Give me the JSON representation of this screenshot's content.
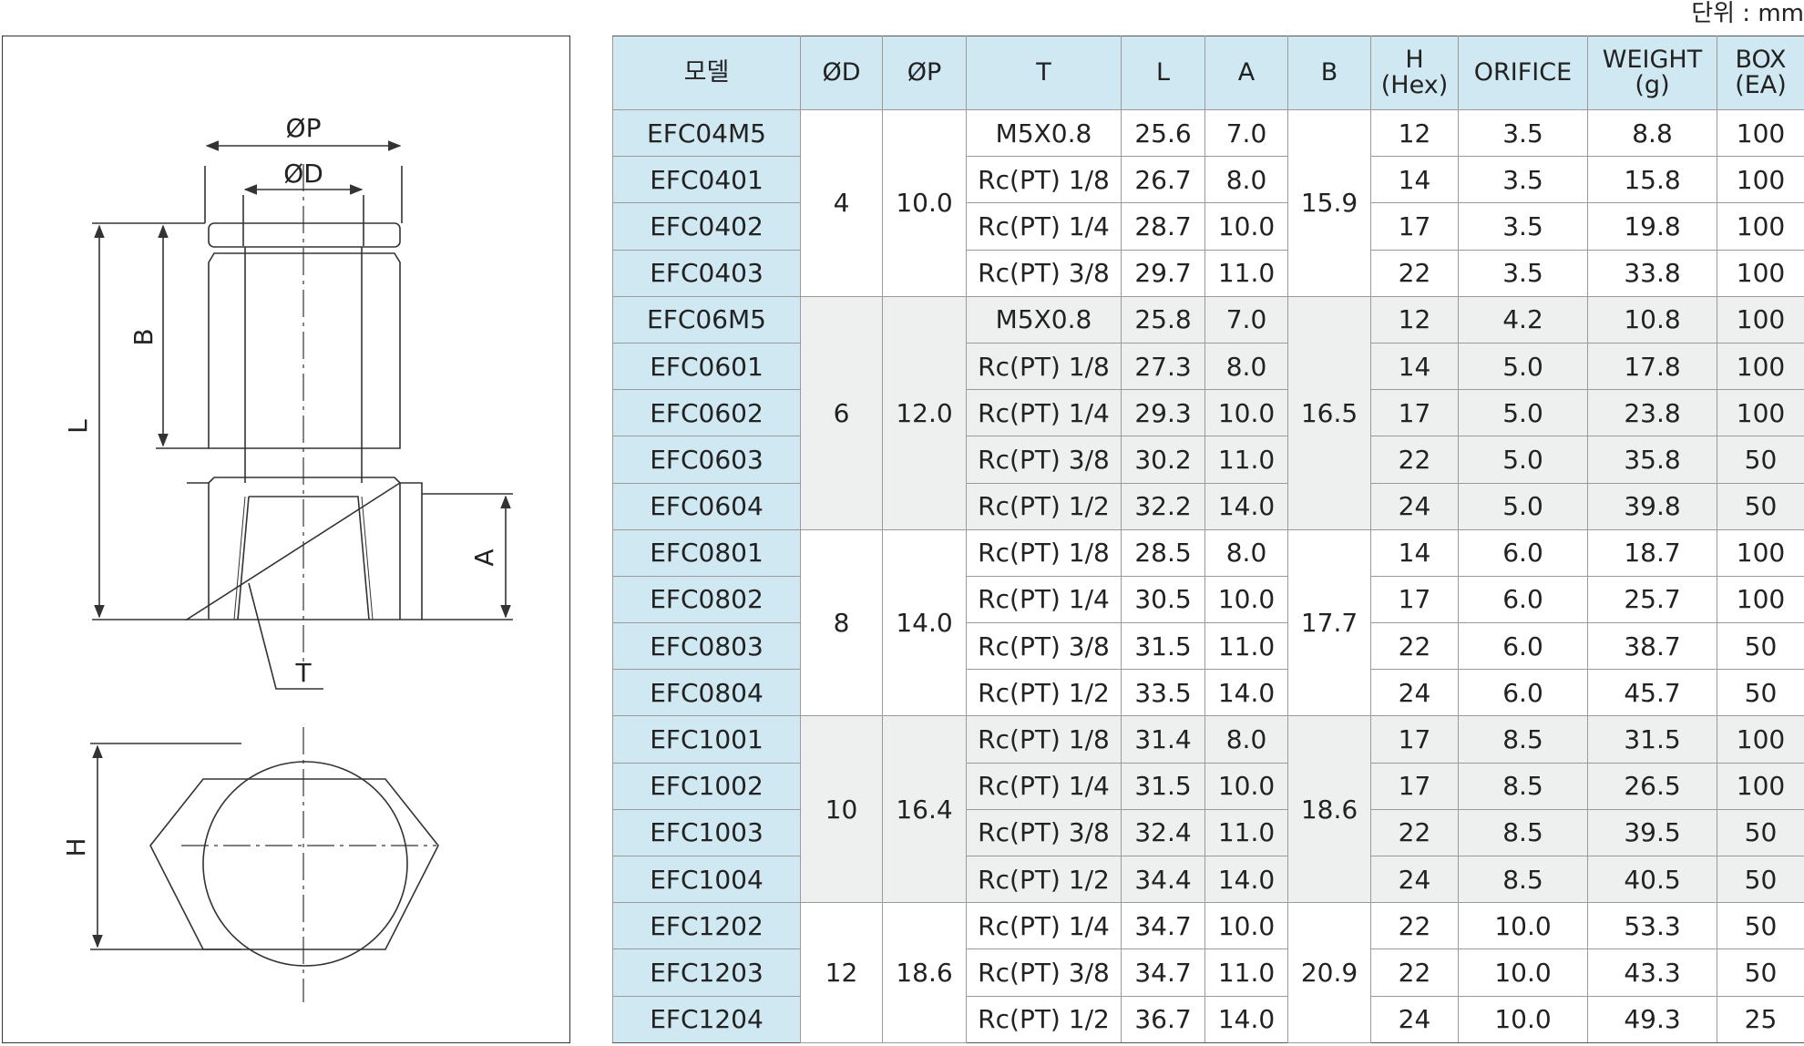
{
  "unit_label": "단위 : mm",
  "drawing": {
    "dim_labels": {
      "p": "ØP",
      "d": "ØD",
      "l": "L",
      "b": "B",
      "a": "A",
      "t": "T",
      "h": "H"
    }
  },
  "table": {
    "headers": [
      "모델",
      "ØD",
      "ØP",
      "T",
      "L",
      "A",
      "B",
      "H\n(Hex)",
      "ORIFICE",
      "WEIGHT\n(g)",
      "BOX\n(EA)"
    ],
    "groups": [
      {
        "d": "4",
        "p": "10.0",
        "b": "15.9",
        "rows": [
          {
            "model": "EFC04M5",
            "t": "M5X0.8",
            "l": "25.6",
            "a": "7.0",
            "h": "12",
            "orifice": "3.5",
            "weight": "8.8",
            "box": "100"
          },
          {
            "model": "EFC0401",
            "t": "Rc(PT) 1/8",
            "l": "26.7",
            "a": "8.0",
            "h": "14",
            "orifice": "3.5",
            "weight": "15.8",
            "box": "100"
          },
          {
            "model": "EFC0402",
            "t": "Rc(PT) 1/4",
            "l": "28.7",
            "a": "10.0",
            "h": "17",
            "orifice": "3.5",
            "weight": "19.8",
            "box": "100"
          },
          {
            "model": "EFC0403",
            "t": "Rc(PT) 3/8",
            "l": "29.7",
            "a": "11.0",
            "h": "22",
            "orifice": "3.5",
            "weight": "33.8",
            "box": "100"
          }
        ]
      },
      {
        "d": "6",
        "p": "12.0",
        "b": "16.5",
        "rows": [
          {
            "model": "EFC06M5",
            "t": "M5X0.8",
            "l": "25.8",
            "a": "7.0",
            "h": "12",
            "orifice": "4.2",
            "weight": "10.8",
            "box": "100"
          },
          {
            "model": "EFC0601",
            "t": "Rc(PT) 1/8",
            "l": "27.3",
            "a": "8.0",
            "h": "14",
            "orifice": "5.0",
            "weight": "17.8",
            "box": "100"
          },
          {
            "model": "EFC0602",
            "t": "Rc(PT) 1/4",
            "l": "29.3",
            "a": "10.0",
            "h": "17",
            "orifice": "5.0",
            "weight": "23.8",
            "box": "100"
          },
          {
            "model": "EFC0603",
            "t": "Rc(PT) 3/8",
            "l": "30.2",
            "a": "11.0",
            "h": "22",
            "orifice": "5.0",
            "weight": "35.8",
            "box": "50"
          },
          {
            "model": "EFC0604",
            "t": "Rc(PT) 1/2",
            "l": "32.2",
            "a": "14.0",
            "h": "24",
            "orifice": "5.0",
            "weight": "39.8",
            "box": "50"
          }
        ]
      },
      {
        "d": "8",
        "p": "14.0",
        "b": "17.7",
        "rows": [
          {
            "model": "EFC0801",
            "t": "Rc(PT) 1/8",
            "l": "28.5",
            "a": "8.0",
            "h": "14",
            "orifice": "6.0",
            "weight": "18.7",
            "box": "100"
          },
          {
            "model": "EFC0802",
            "t": "Rc(PT) 1/4",
            "l": "30.5",
            "a": "10.0",
            "h": "17",
            "orifice": "6.0",
            "weight": "25.7",
            "box": "100"
          },
          {
            "model": "EFC0803",
            "t": "Rc(PT) 3/8",
            "l": "31.5",
            "a": "11.0",
            "h": "22",
            "orifice": "6.0",
            "weight": "38.7",
            "box": "50"
          },
          {
            "model": "EFC0804",
            "t": "Rc(PT) 1/2",
            "l": "33.5",
            "a": "14.0",
            "h": "24",
            "orifice": "6.0",
            "weight": "45.7",
            "box": "50"
          }
        ]
      },
      {
        "d": "10",
        "p": "16.4",
        "b": "18.6",
        "rows": [
          {
            "model": "EFC1001",
            "t": "Rc(PT) 1/8",
            "l": "31.4",
            "a": "8.0",
            "h": "17",
            "orifice": "8.5",
            "weight": "31.5",
            "box": "100"
          },
          {
            "model": "EFC1002",
            "t": "Rc(PT) 1/4",
            "l": "31.5",
            "a": "10.0",
            "h": "17",
            "orifice": "8.5",
            "weight": "26.5",
            "box": "100"
          },
          {
            "model": "EFC1003",
            "t": "Rc(PT) 3/8",
            "l": "32.4",
            "a": "11.0",
            "h": "22",
            "orifice": "8.5",
            "weight": "39.5",
            "box": "50"
          },
          {
            "model": "EFC1004",
            "t": "Rc(PT) 1/2",
            "l": "34.4",
            "a": "14.0",
            "h": "24",
            "orifice": "8.5",
            "weight": "40.5",
            "box": "50"
          }
        ]
      },
      {
        "d": "12",
        "p": "18.6",
        "b": "20.9",
        "rows": [
          {
            "model": "EFC1202",
            "t": "Rc(PT) 1/4",
            "l": "34.7",
            "a": "10.0",
            "h": "22",
            "orifice": "10.0",
            "weight": "53.3",
            "box": "50"
          },
          {
            "model": "EFC1203",
            "t": "Rc(PT) 3/8",
            "l": "34.7",
            "a": "11.0",
            "h": "22",
            "orifice": "10.0",
            "weight": "43.3",
            "box": "50"
          },
          {
            "model": "EFC1204",
            "t": "Rc(PT) 1/2",
            "l": "36.7",
            "a": "14.0",
            "h": "24",
            "orifice": "10.0",
            "weight": "49.3",
            "box": "25"
          }
        ]
      }
    ]
  }
}
